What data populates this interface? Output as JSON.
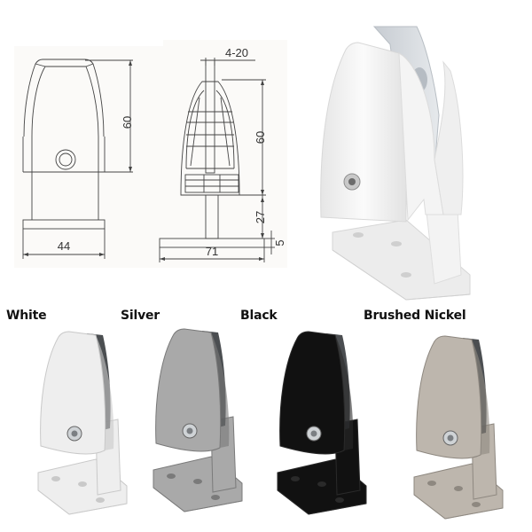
{
  "drawings": {
    "front_view": {
      "height_dim": "60",
      "width_dim": "44"
    },
    "side_view": {
      "glass_thickness_dim": "4-20",
      "clamp_height_dim": "60",
      "stem_height_dim": "27",
      "base_thickness_dim": "5",
      "base_width_dim": "71"
    }
  },
  "hero_product": {
    "name": "white-clamp-photo",
    "color": "#f2f2f2"
  },
  "variants": [
    {
      "label": "White",
      "color": "#eeeeee",
      "accent": "#c9c9c9"
    },
    {
      "label": "Silver",
      "color": "#a9a9a9",
      "accent": "#7a7a7a"
    },
    {
      "label": "Black",
      "color": "#111111",
      "accent": "#2a2a2a"
    },
    {
      "label": "Brushed Nickel",
      "color": "#bdb6ad",
      "accent": "#8e8880"
    }
  ]
}
